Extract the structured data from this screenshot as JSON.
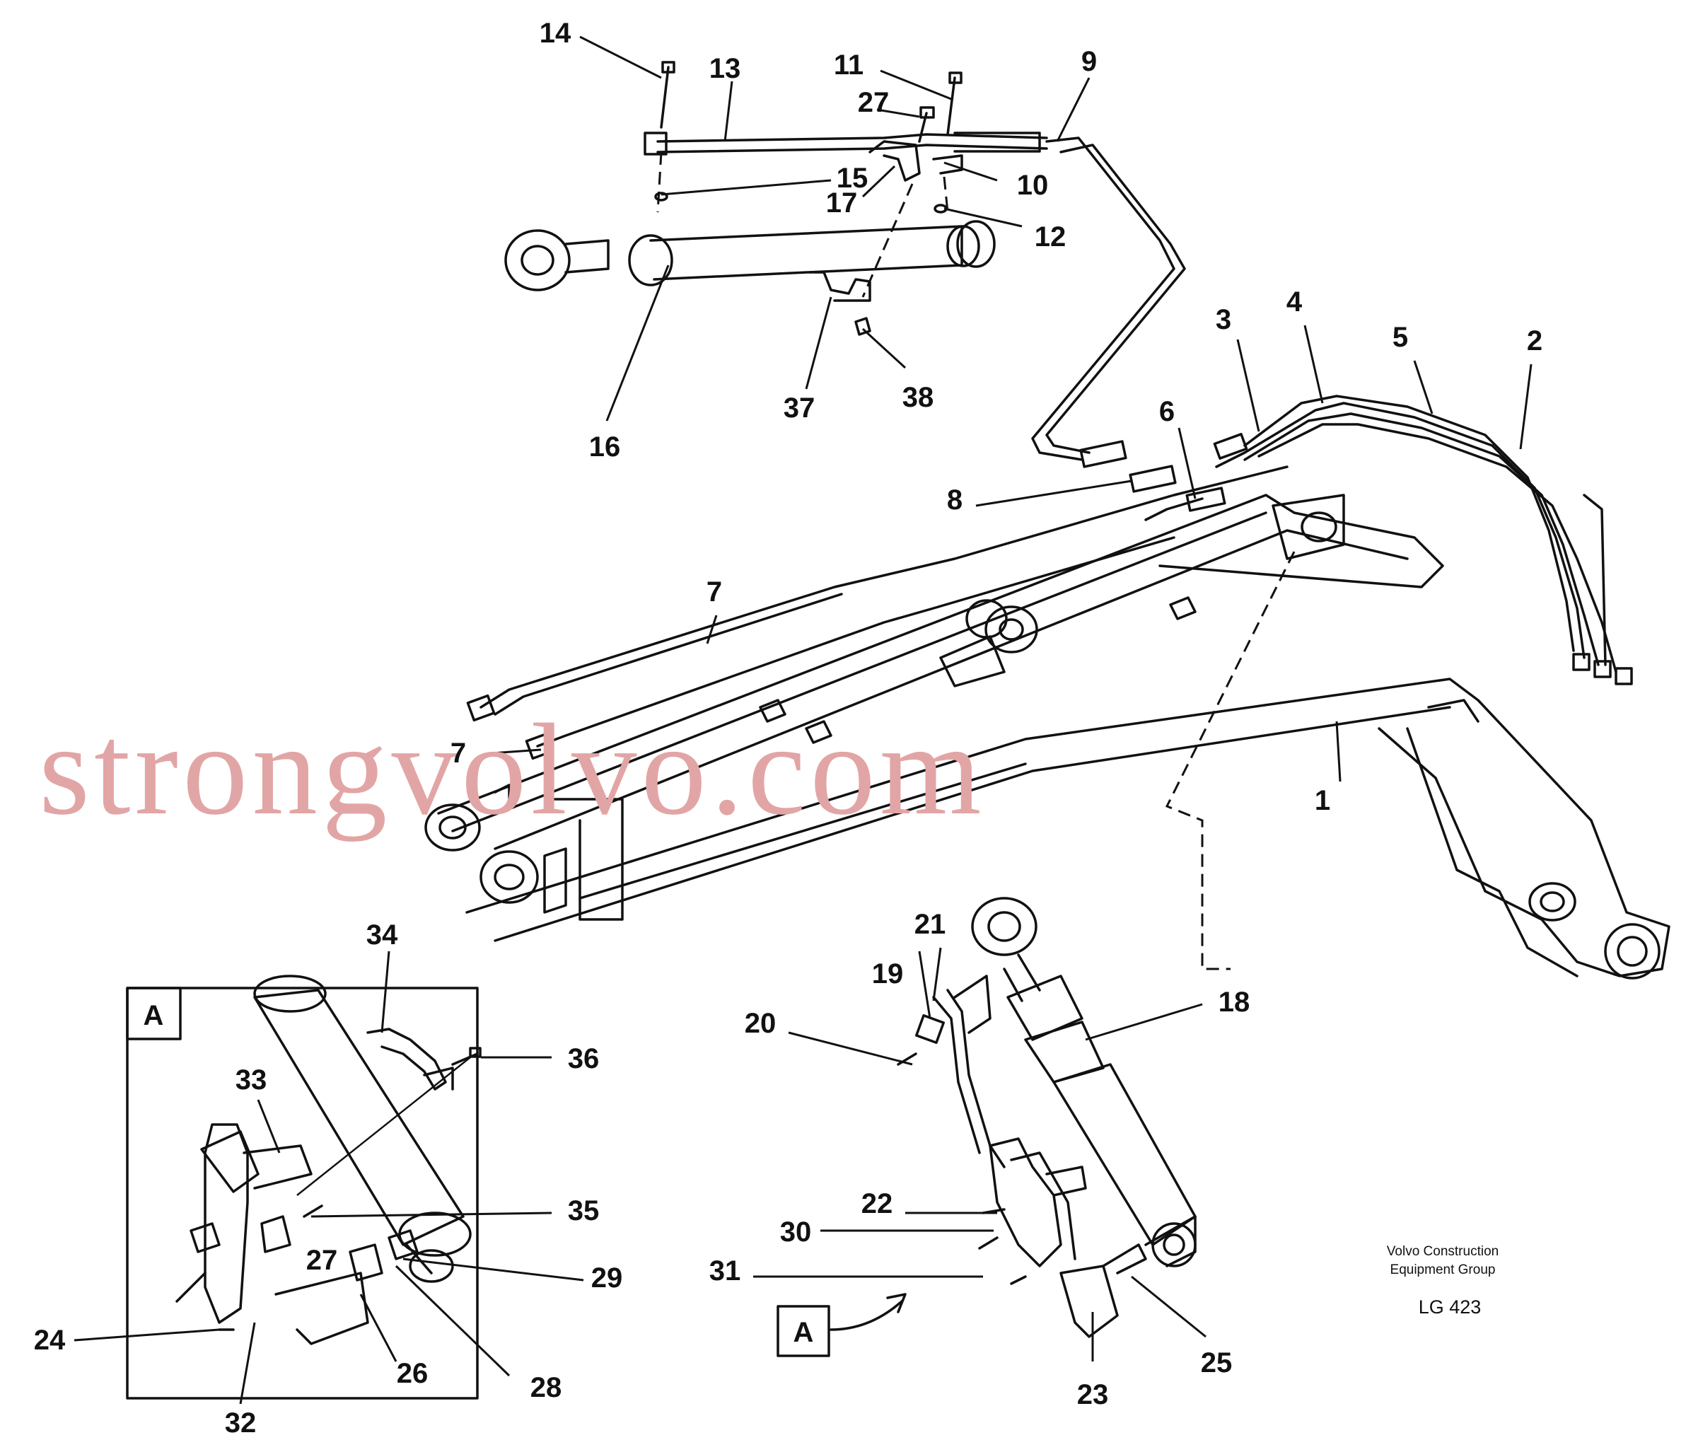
{
  "diagram": {
    "callouts": [
      "1",
      "2",
      "3",
      "4",
      "5",
      "6",
      "7",
      "7",
      "8",
      "9",
      "10",
      "11",
      "12",
      "13",
      "14",
      "15",
      "16",
      "17",
      "18",
      "19",
      "20",
      "21",
      "22",
      "23",
      "24",
      "25",
      "26",
      "27",
      "27",
      "28",
      "29",
      "30",
      "31",
      "32",
      "33",
      "34",
      "35",
      "36",
      "37",
      "38"
    ],
    "view_markers": [
      "A",
      "A"
    ],
    "credit_line1": "Volvo Construction",
    "credit_line2": "Equipment Group",
    "drawing_code": "LG 423",
    "watermark": "strongvolvo.com"
  }
}
